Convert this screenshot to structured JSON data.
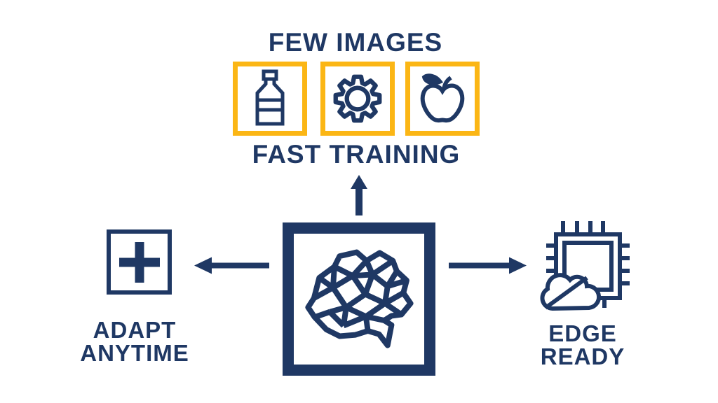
{
  "background_color": "#FFFFFF",
  "colors": {
    "navy": "#1F3864",
    "gold": "#FBB615"
  },
  "top_branch": {
    "title": "FEW IMAGES",
    "subtitle": "FAST TRAINING",
    "example_icons": [
      "bottle-icon",
      "gear-icon",
      "apple-icon"
    ]
  },
  "center": {
    "icon": "polygon-brain-icon"
  },
  "left_branch": {
    "icon": "plus-icon",
    "label_lines": [
      "ADAPT",
      "ANYTIME"
    ]
  },
  "right_branch": {
    "icon": "chip-cloud-offline-icon",
    "label_lines": [
      "EDGE",
      "READY"
    ]
  }
}
